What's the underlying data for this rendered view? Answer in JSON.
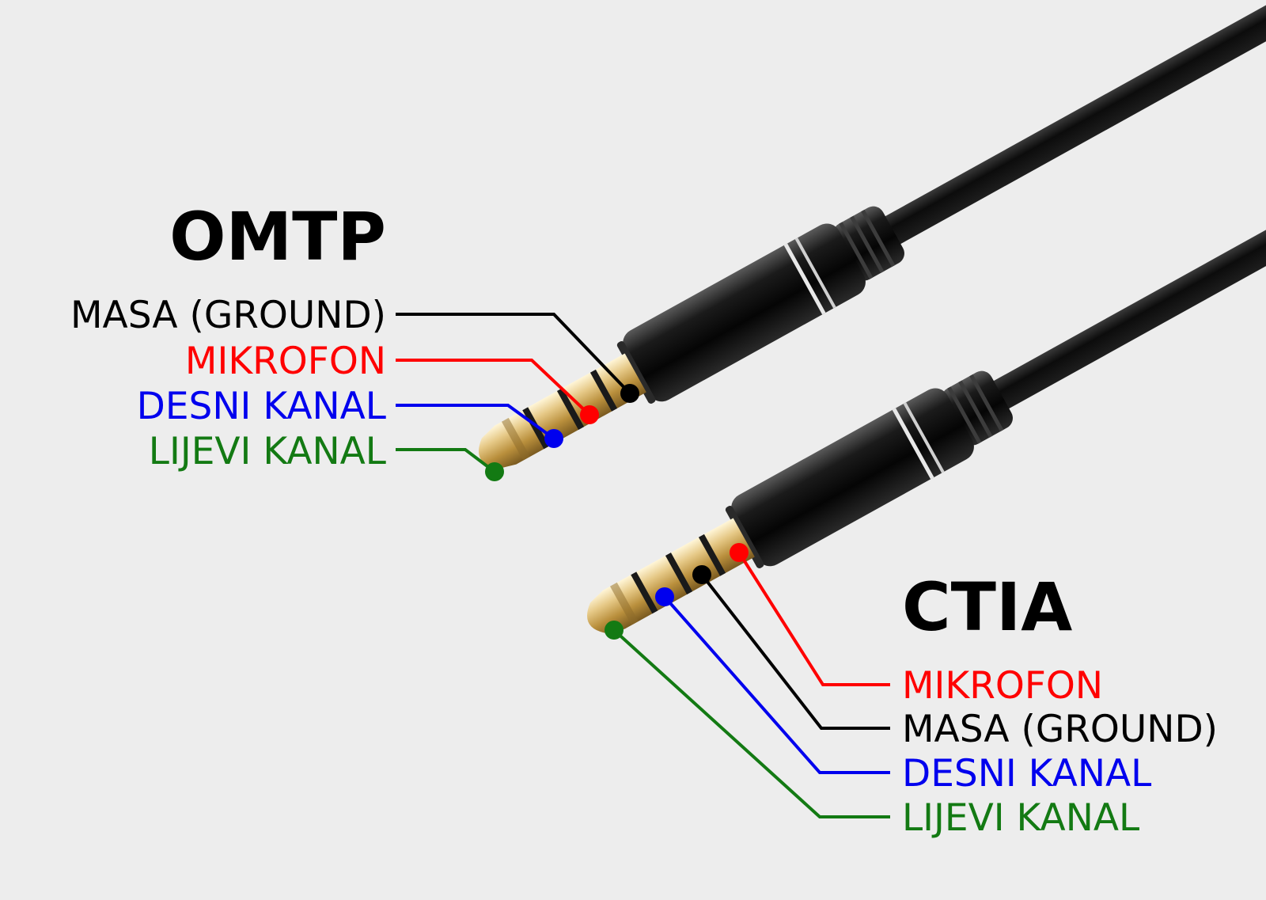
{
  "colors": {
    "background": "#ededed",
    "ground": "#000000",
    "microphone": "#ff0000",
    "right_channel": "#0000ee",
    "left_channel": "#137a13",
    "plug_body": "#111111",
    "gold": "#d8b764"
  },
  "omtp": {
    "title": "OMTP",
    "labels": [
      {
        "text": "MASA (GROUND)",
        "color": "#000000"
      },
      {
        "text": "MIKROFON",
        "color": "#ff0000"
      },
      {
        "text": "DESNI KANAL",
        "color": "#0000ee"
      },
      {
        "text": "LIJEVI KANAL",
        "color": "#137a13"
      }
    ]
  },
  "ctia": {
    "title": "CTIA",
    "labels": [
      {
        "text": "MIKROFON",
        "color": "#ff0000"
      },
      {
        "text": "MASA (GROUND)",
        "color": "#000000"
      },
      {
        "text": "DESNI KANAL",
        "color": "#0000ee"
      },
      {
        "text": "LIJEVI KANAL",
        "color": "#137a13"
      }
    ]
  }
}
